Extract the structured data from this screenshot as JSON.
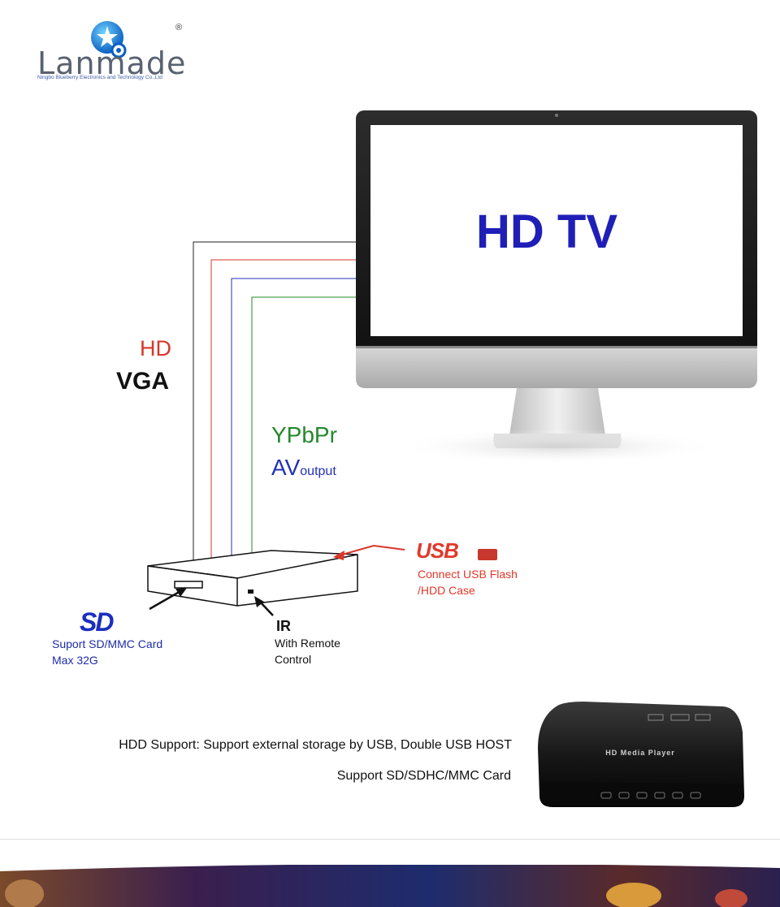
{
  "brand": {
    "name": "Lanmade",
    "registered": "®",
    "company": "Ningbo Blueberry Electronics and Technology Co.,Ltd",
    "icon": "blueberry-star-logo-icon"
  },
  "tv": {
    "title": "HD TV",
    "icon": "monitor-icon"
  },
  "outputs": {
    "hd": "HD",
    "vga": "VGA",
    "ypbpr": "YPbPr",
    "av": "AV",
    "av_sub": "output"
  },
  "colors": {
    "hd_line": "#d8362a",
    "vga_line": "#222222",
    "ypbpr_line": "#23892a",
    "av_line": "#2531b8",
    "accent_red": "#e0382a",
    "accent_blue": "#1f2ca8"
  },
  "usb": {
    "logo": "USB",
    "line1": "Connect USB Flash",
    "line2": "/HDD Case"
  },
  "sd": {
    "logo": "SD",
    "line1": "Suport SD/MMC Card",
    "line2": "Max 32G"
  },
  "ir": {
    "title": "IR",
    "line1": "With Remote",
    "line2": "Control"
  },
  "features": {
    "line1": "HDD Support: Support external storage by USB, Double USB HOST",
    "line2": "Support SD/SDHC/MMC Card"
  },
  "product": {
    "label": "HD Media Player",
    "icon": "media-player-device-icon"
  }
}
